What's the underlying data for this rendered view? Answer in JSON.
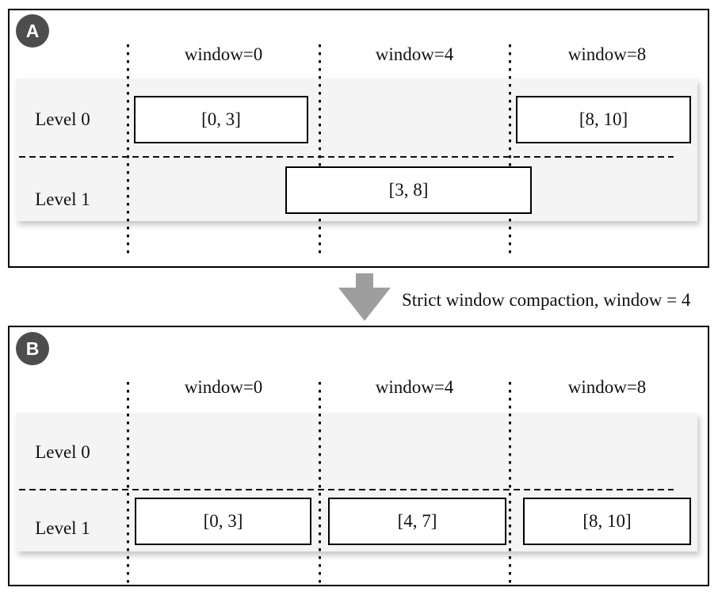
{
  "diagram": {
    "panel_a": {
      "badge": "A",
      "headers": [
        "window=0",
        "window=4",
        "window=8"
      ],
      "row_labels": [
        "Level 0",
        "Level 1"
      ],
      "boxes": [
        {
          "label": "[0, 3]",
          "level": "Level 0",
          "window": "window=0"
        },
        {
          "label": "[8, 10]",
          "level": "Level 0",
          "window": "window=8"
        },
        {
          "label": "[3, 8]",
          "level": "Level 1",
          "window": "spans window=0 to window=8"
        }
      ]
    },
    "transition": {
      "label": "Strict window compaction, window = 4",
      "arrow_direction": "down"
    },
    "panel_b": {
      "badge": "B",
      "headers": [
        "window=0",
        "window=4",
        "window=8"
      ],
      "row_labels": [
        "Level 0",
        "Level 1"
      ],
      "boxes": [
        {
          "label": "[0, 3]",
          "level": "Level 1",
          "window": "window=0"
        },
        {
          "label": "[4, 7]",
          "level": "Level 1",
          "window": "window=4"
        },
        {
          "label": "[8, 10]",
          "level": "Level 1",
          "window": "window=8"
        }
      ]
    },
    "colors": {
      "badge_bg": "#4d4d4d",
      "badge_text": "#ffffff",
      "band_bg": "#f4f4f4",
      "arrow": "#9e9e9e",
      "line": "#111111",
      "box_border": "#000000",
      "background": "#ffffff"
    }
  }
}
